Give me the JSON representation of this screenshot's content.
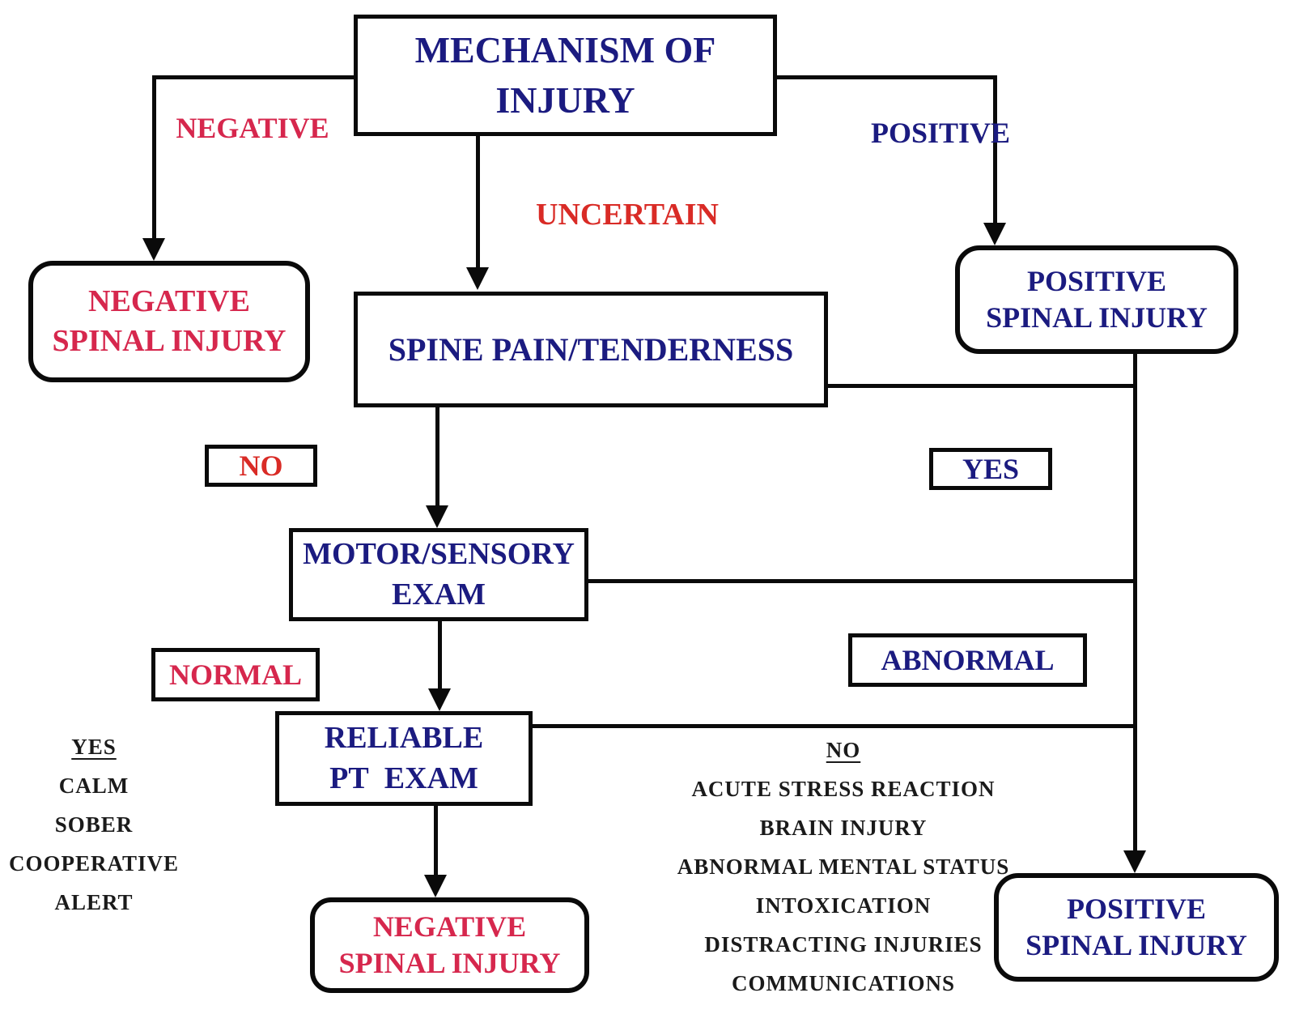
{
  "colors": {
    "navy": "#1b1b80",
    "crimson": "#d6274d",
    "red": "#d92b26",
    "line": "#0a0a0a",
    "background": "#ffffff"
  },
  "nodes": {
    "mechanism": {
      "line1": "MECHANISM OF",
      "line2": "INJURY"
    },
    "spine_pain": {
      "text": "SPINE PAIN/TENDERNESS"
    },
    "motor_sensory": {
      "line1": "MOTOR/SENSORY",
      "line2": "EXAM"
    },
    "reliable_pt": {
      "line1": "RELIABLE",
      "line2": "PT  EXAM"
    },
    "negative_spinal_top": {
      "line1": "NEGATIVE",
      "line2": "SPINAL INJURY"
    },
    "positive_spinal_top": {
      "line1": "POSITIVE",
      "line2": "SPINAL INJURY"
    },
    "negative_spinal_bottom": {
      "line1": "NEGATIVE",
      "line2": "SPINAL INJURY"
    },
    "positive_spinal_bottom": {
      "line1": "POSITIVE",
      "line2": "SPINAL INJURY"
    }
  },
  "branch_labels": {
    "negative": "NEGATIVE",
    "positive": "POSITIVE",
    "uncertain": "UNCERTAIN",
    "no": "NO",
    "yes": "YES",
    "normal": "NORMAL",
    "abnormal": "ABNORMAL"
  },
  "reliable_yes_criteria": {
    "heading": "YES",
    "items": [
      "CALM",
      "SOBER",
      "COOPERATIVE",
      "ALERT"
    ]
  },
  "reliable_no_criteria": {
    "heading": "NO",
    "items": [
      "ACUTE STRESS REACTION",
      "BRAIN INJURY",
      "ABNORMAL MENTAL STATUS",
      "INTOXICATION",
      "DISTRACTING INJURIES",
      "COMMUNICATIONS"
    ]
  }
}
